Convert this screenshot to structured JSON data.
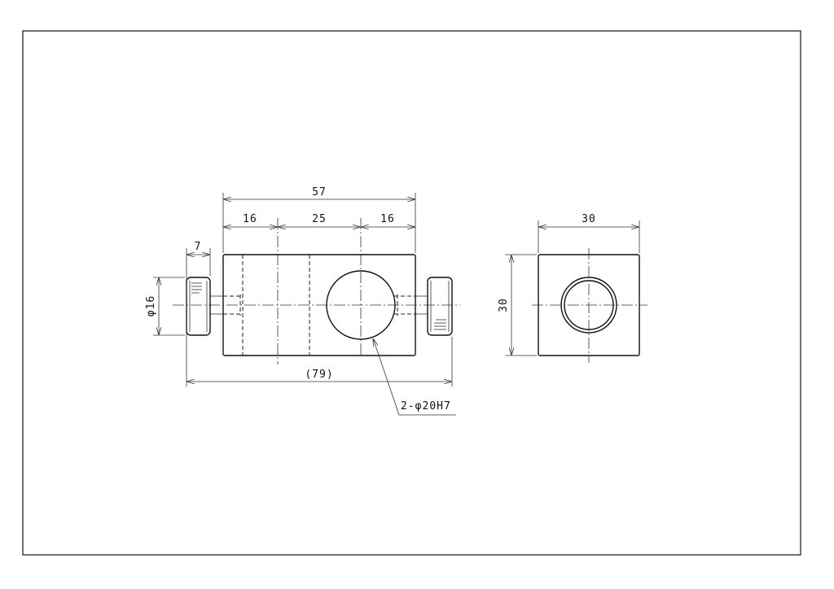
{
  "drawing": {
    "front_view": {
      "dim_overall_width": "57",
      "dim_left_segment": "16",
      "dim_middle_segment": "25",
      "dim_right_segment": "16",
      "dim_knob_width": "7",
      "dim_knob_diameter": "φ16",
      "dim_total_length": "(79)",
      "hole_callout": "2-φ20H7"
    },
    "side_view": {
      "dim_width": "30",
      "dim_height": "30"
    }
  }
}
